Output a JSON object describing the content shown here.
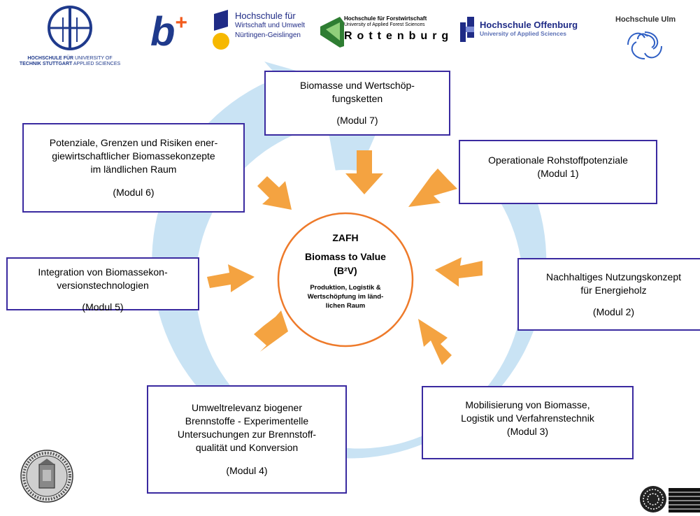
{
  "colors": {
    "box_border": "#3a2aa0",
    "arrow_orange": "#f4a341",
    "ring_orange": "#ee7a2a",
    "swirl_blue": "#c9e3f4",
    "hft_blue": "#1f3a8c",
    "hfwu_yellow": "#f6b800",
    "forst_green": "#2e7d32",
    "offenburg_blue": "#1f2b86"
  },
  "logos": {
    "hft": {
      "line1_bold": "HOCHSCHULE FÜR",
      "line1_rest": " UNIVERSITY OF",
      "line2_bold": "TECHNIK STUTTGART",
      "line2_rest": " APPLIED SCIENCES"
    },
    "bplus": {
      "text": "b",
      "plus": "+"
    },
    "hfwu": {
      "line1": "Hochschule für",
      "line2": "Wirtschaft und Umwelt",
      "line3": "Nürtingen-Geislingen"
    },
    "forst": {
      "line1": "Hochschule für Forstwirtschaft",
      "line2": "University of Applied Forest Sciences",
      "line3": "Rottenburg"
    },
    "offenburg": {
      "line1": "Hochschule Offenburg",
      "line2": "University of Applied Sciences"
    },
    "ulm": {
      "name": "Hochschule Ulm"
    }
  },
  "center": {
    "title": "ZAFH",
    "subtitle": "Biomass to Value",
    "abbr": "(B²V)",
    "line1": "Produktion, Logistik &",
    "line2": "Wertschöpfung im länd-",
    "line3": "lichen Raum"
  },
  "modules": {
    "m7": {
      "lines": [
        "Biomasse und Wertschöp-",
        "fungsketten"
      ],
      "label": "(Modul 7)"
    },
    "m6": {
      "lines": [
        "Potenziale, Grenzen und Risiken ener-",
        "giewirtschaftlicher Biomassekonzepte",
        "im ländlichen Raum"
      ],
      "label": "(Modul 6)"
    },
    "m1": {
      "lines": [
        "Operationale Rohstoffpotenziale"
      ],
      "label": "(Modul 1)"
    },
    "m5": {
      "lines": [
        "Integration von Biomassekon-",
        "versionstechnologien"
      ],
      "label": "(Modul 5)"
    },
    "m2": {
      "lines": [
        "Nachhaltiges Nutzungskonzept",
        "für Energieholz"
      ],
      "label": "(Modul 2)"
    },
    "m4": {
      "lines": [
        "Umweltrelevanz biogener",
        "Brennstoffe - Experimentelle",
        "Untersuchungen zur Brennstoff-",
        "qualität und Konversion"
      ],
      "label": "(Modul 4)"
    },
    "m3": {
      "lines": [
        "Mobilisierung von Biomasse,",
        "Logistik und Verfahrenstechnik"
      ],
      "label": "(Modul 3)"
    }
  }
}
